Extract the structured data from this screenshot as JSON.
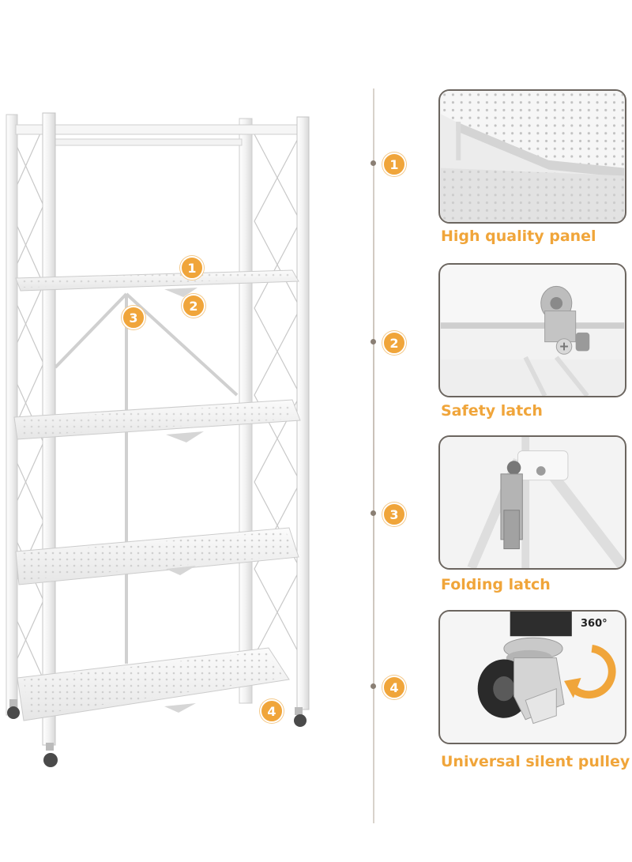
{
  "colors": {
    "accent": "#f0a53a",
    "panel_border": "#6b655f",
    "timeline": "#c9c0b7",
    "shelf": "#f4f4f4"
  },
  "shelf_callouts": [
    "1",
    "2",
    "3",
    "4"
  ],
  "timeline_markers": [
    "1",
    "2",
    "3",
    "4"
  ],
  "features": [
    {
      "number": "1",
      "caption": "High quality panel",
      "image": "perforated-panel-closeup"
    },
    {
      "number": "2",
      "caption": "Safety latch",
      "image": "safety-latch-closeup"
    },
    {
      "number": "3",
      "caption": "Folding latch",
      "image": "folding-latch-closeup"
    },
    {
      "number": "4",
      "caption": "Universal silent pulley",
      "image": "caster-wheel-closeup",
      "rotation_label": "360°"
    }
  ]
}
